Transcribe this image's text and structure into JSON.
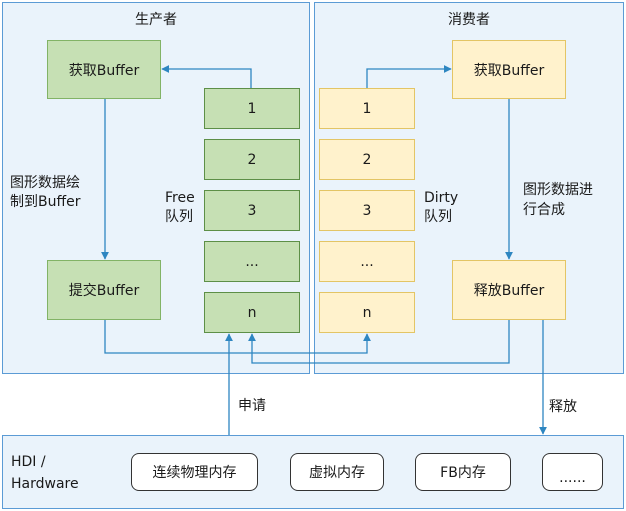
{
  "producer": {
    "title": "生产者",
    "acquire": "获取Buffer",
    "draw_label": [
      "图形数据绘",
      "制到Buffer"
    ],
    "submit": "提交Buffer"
  },
  "free_queue": {
    "label": [
      "Free",
      "队列"
    ],
    "cells": [
      "1",
      "2",
      "3",
      "...",
      "n"
    ]
  },
  "dirty_queue": {
    "label": [
      "Dirty",
      "队列"
    ],
    "cells": [
      "1",
      "2",
      "3",
      "...",
      "n"
    ]
  },
  "consumer": {
    "title": "消费者",
    "acquire": "获取Buffer",
    "compose_label": [
      "图形数据进",
      "行合成"
    ],
    "release": "释放Buffer"
  },
  "arrows": {
    "request": "申请",
    "release": "释放"
  },
  "hdi": {
    "title": [
      "HDI /",
      "Hardware"
    ],
    "items": [
      "连续物理内存",
      "虚拟内存",
      "FB内存",
      "......"
    ]
  },
  "colors": {
    "panel_fill": "#eaf3fb",
    "panel_border": "#5b9bd5",
    "producer_box": "#c6e0b4",
    "consumer_box": "#fff2cc",
    "arrow": "#2e86c1"
  }
}
